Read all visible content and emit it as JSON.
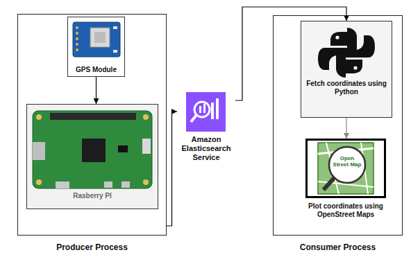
{
  "diagram": {
    "nodes": [
      {
        "text": [
          "Producer Process"
        ]
      },
      {
        "text": [
          "GPS Module"
        ],
        "in": 0
      },
      {
        "text": [
          "Rasberry PI"
        ],
        "in": 0
      },
      {
        "text": [
          "Amazon Elasticsearch Service"
        ]
      },
      {
        "text": [
          "Consumer Process"
        ]
      },
      {
        "text": [
          "Fetch coordinates using Python"
        ],
        "in": 4
      },
      {
        "text": [
          "Plot coordinates using OpenStreet Maps"
        ],
        "in": 4
      }
    ],
    "edges": [
      {
        "from": 1,
        "to": 2,
        "arrow": "to"
      },
      {
        "from": 0,
        "to": 3,
        "arrow": "to"
      },
      {
        "from": 3,
        "to": 5,
        "arrow": "to"
      },
      {
        "from": 5,
        "to": 6,
        "arrow": "to"
      }
    ],
    "labels": [
      "Open Street Map"
    ]
  }
}
